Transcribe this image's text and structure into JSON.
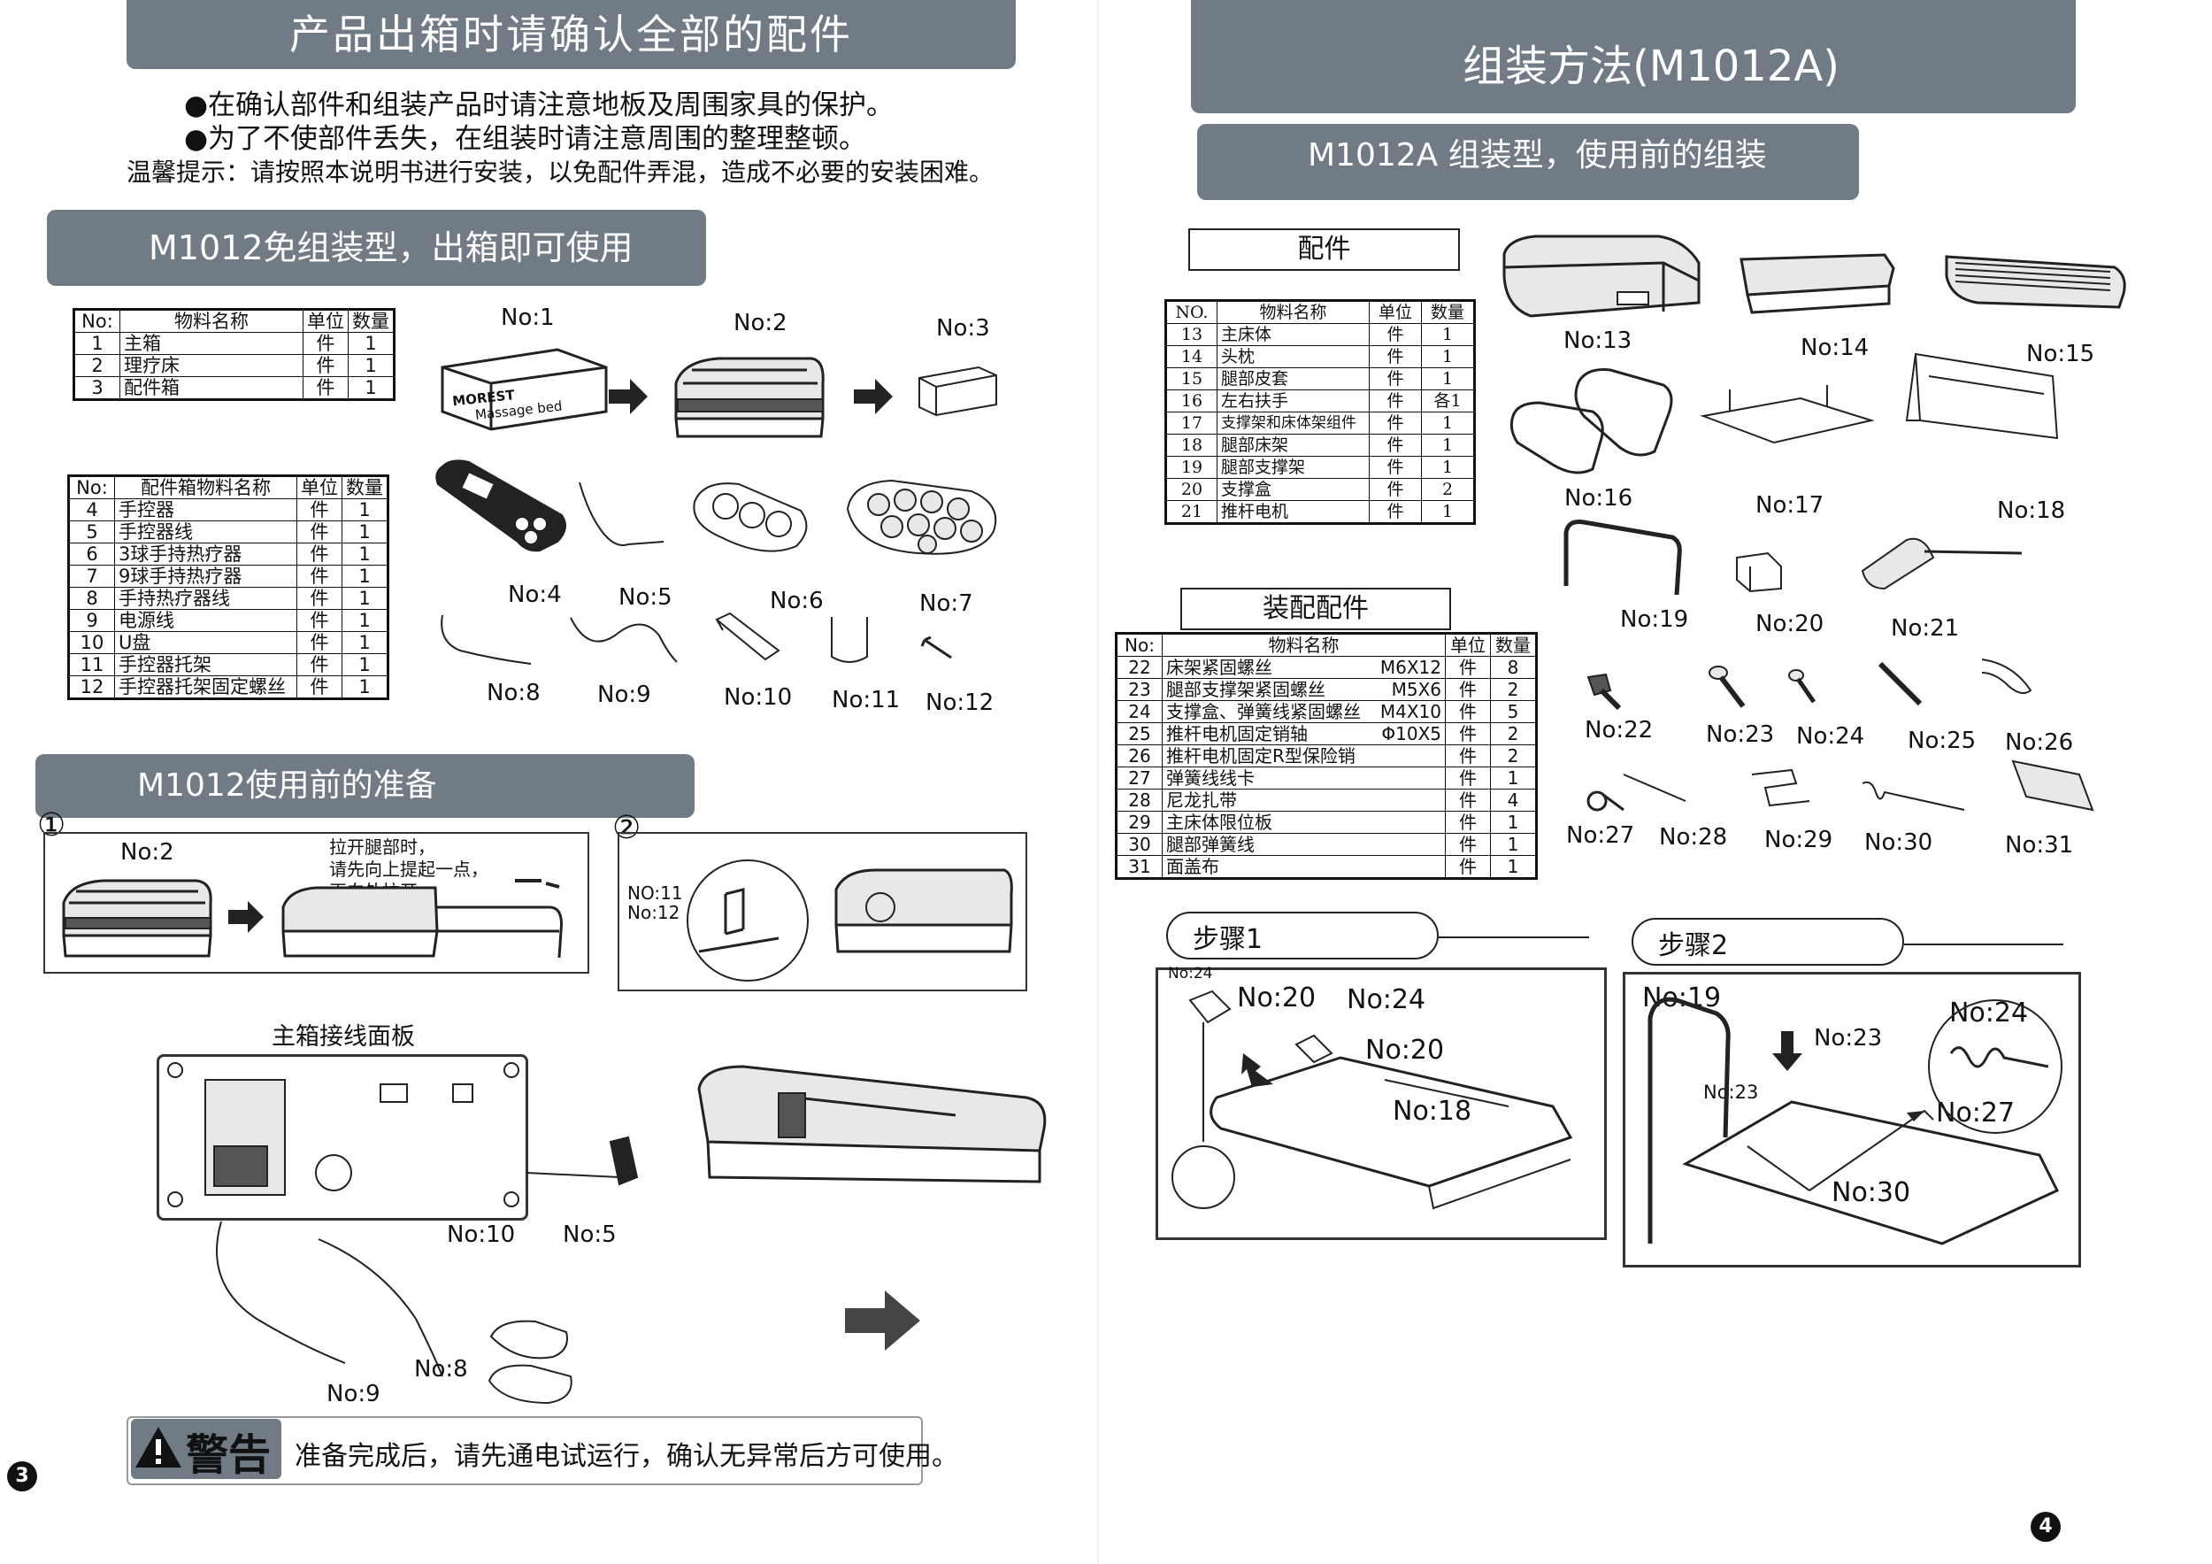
{
  "left": {
    "title": "产品出箱时请确认全部的配件",
    "notes": [
      "●在确认部件和组装产品时请注意地板及周围家具的保护。",
      "●为了不使部件丢失，在组装时请注意周围的整理整顿。",
      "温馨提示：请按照本说明书进行安装，以免配件弄混，造成不必要的安装困难。"
    ],
    "section1": "M1012免组装型，出箱即可使用",
    "table1": {
      "headers": [
        "No:",
        "物料名称",
        "单位",
        "数量"
      ],
      "rows": [
        [
          "1",
          "主箱",
          "件",
          "1"
        ],
        [
          "2",
          "理疗床",
          "件",
          "1"
        ],
        [
          "3",
          "配件箱",
          "件",
          "1"
        ]
      ]
    },
    "fig_row1": [
      "No:1",
      "No:2",
      "No:3"
    ],
    "box_text": [
      "MOREST",
      "Massage bed"
    ],
    "table2": {
      "headers": [
        "No:",
        "配件箱物料名称",
        "单位",
        "数量"
      ],
      "rows": [
        [
          "4",
          "手控器",
          "件",
          "1"
        ],
        [
          "5",
          "手控器线",
          "件",
          "1"
        ],
        [
          "6",
          "3球手持热疗器",
          "件",
          "1"
        ],
        [
          "7",
          "9球手持热疗器",
          "件",
          "1"
        ],
        [
          "8",
          "手持热疗器线",
          "件",
          "1"
        ],
        [
          "9",
          "电源线",
          "件",
          "1"
        ],
        [
          "10",
          "U盘",
          "件",
          "1"
        ],
        [
          "11",
          "手控器托架",
          "件",
          "1"
        ],
        [
          "12",
          "手控器托架固定螺丝",
          "件",
          "1"
        ]
      ]
    },
    "fig_row2a": [
      "No:4",
      "No:5",
      "No:6",
      "No:7"
    ],
    "fig_row2b": [
      "No:8",
      "No:9",
      "No:10",
      "No:11",
      "No:12"
    ],
    "section2": "M1012使用前的准备",
    "prep1": {
      "num": "①",
      "label": "No:2",
      "note": [
        "拉开腿部时，",
        "请先向上提起一点，",
        "再向外拉开。"
      ]
    },
    "prep2": {
      "num": "②",
      "labels": [
        "NO:11",
        "No:12"
      ]
    },
    "panel_title": "主箱接线面板",
    "panel_labels": [
      "No:10",
      "No:5",
      "No:8",
      "No:9"
    ],
    "warning_title": "警告",
    "warning_text": "准备完成后，请先通电试运行，确认无异常后方可使用。",
    "page_num": "3"
  },
  "right": {
    "title": "组装方法(M1012A)",
    "section": "M1012A 组装型，使用前的组装",
    "parts_title": "配件",
    "table3": {
      "headers": [
        "NO.",
        "物料名称",
        "单位",
        "数量"
      ],
      "rows": [
        [
          "13",
          "主床体",
          "件",
          "1"
        ],
        [
          "14",
          "头枕",
          "件",
          "1"
        ],
        [
          "15",
          "腿部皮套",
          "件",
          "1"
        ],
        [
          "16",
          "左右扶手",
          "件",
          "各1"
        ],
        [
          "17",
          "支撑架和床体架组件",
          "件",
          "1"
        ],
        [
          "18",
          "腿部床架",
          "件",
          "1"
        ],
        [
          "19",
          "腿部支撑架",
          "件",
          "1"
        ],
        [
          "20",
          "支撑盒",
          "件",
          "2"
        ],
        [
          "21",
          "推杆电机",
          "件",
          "1"
        ]
      ]
    },
    "fig_parts": [
      "No:13",
      "No:14",
      "No:15",
      "No:16",
      "No:17",
      "No:18",
      "No:19",
      "No:20",
      "No:21"
    ],
    "fittings_title": "装配配件",
    "table4": {
      "headers": [
        "No:",
        "物料名称",
        "",
        "单位",
        "数量"
      ],
      "rows": [
        [
          "22",
          "床架紧固螺丝",
          "M6X12",
          "件",
          "8"
        ],
        [
          "23",
          "腿部支撑架紧固螺丝",
          "M5X6",
          "件",
          "2"
        ],
        [
          "24",
          "支撑盒、弹簧线紧固螺丝",
          "M4X10",
          "件",
          "5"
        ],
        [
          "25",
          "推杆电机固定销轴",
          "Φ10X5",
          "件",
          "2"
        ],
        [
          "26",
          "推杆电机固定R型保险销",
          "",
          "件",
          "2"
        ],
        [
          "27",
          "弹簧线线卡",
          "",
          "件",
          "1"
        ],
        [
          "28",
          "尼龙扎带",
          "",
          "件",
          "4"
        ],
        [
          "29",
          "主床体限位板",
          "",
          "件",
          "1"
        ],
        [
          "30",
          "腿部弹簧线",
          "",
          "件",
          "1"
        ],
        [
          "31",
          "面盖布",
          "",
          "件",
          "1"
        ]
      ]
    },
    "fig_fittings_a": [
      "No:22",
      "No:23",
      "No:24",
      "No:25",
      "No:26"
    ],
    "fig_fittings_b": [
      "No:27",
      "No:28",
      "No:29",
      "No:30",
      "No:31"
    ],
    "step1": {
      "title": "步骤1",
      "labels": [
        "No:24",
        "No:20",
        "No:24",
        "No:20",
        "No:18"
      ]
    },
    "step2": {
      "title": "步骤2",
      "labels": [
        "No:19",
        "No:23",
        "No:24",
        "No:23",
        "No:27",
        "No:30"
      ]
    },
    "page_num": "4"
  }
}
